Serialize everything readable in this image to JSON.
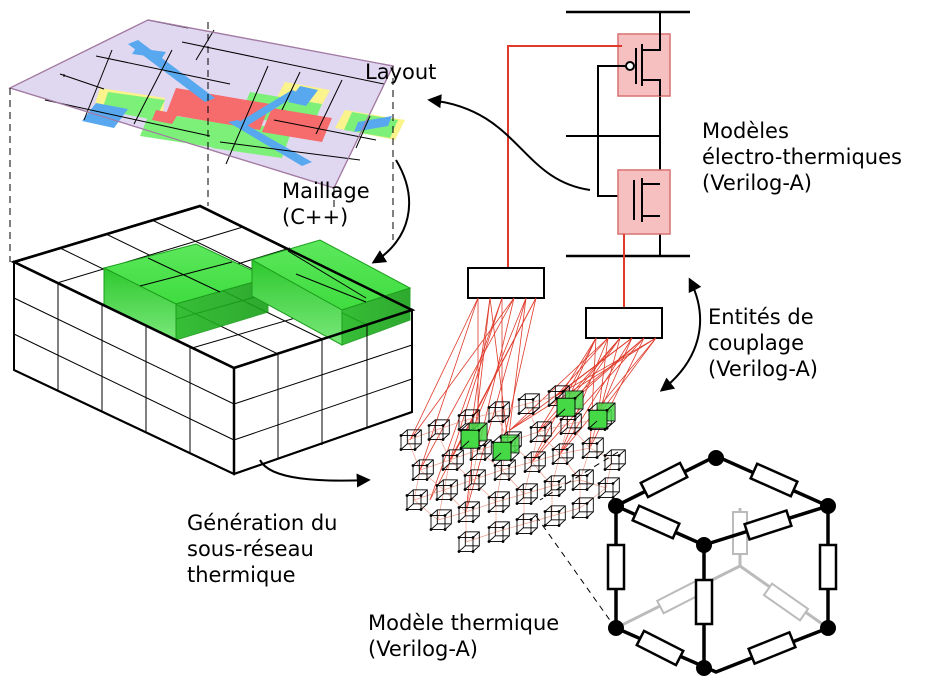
{
  "labels": {
    "layout": "Layout",
    "maillage": [
      "Maillage",
      "(C++)"
    ],
    "modeles_electro": [
      "Modèles",
      "électro-thermiques",
      "(Verilog-A)"
    ],
    "entites_couplage": [
      "Entités de",
      "couplage",
      "(Verilog-A)"
    ],
    "generation": [
      "Génération du",
      "sous-réseau",
      "thermique"
    ],
    "modele_thermique": [
      "Modèle thermique",
      "(Verilog-A)"
    ]
  },
  "colors": {
    "layout_background": "#e0d8f0",
    "layout_yellow": "#fbf38c",
    "layout_green": "#7df07a",
    "layout_red": "#f66b6b",
    "layout_blue": "#58a8f0",
    "active_cell_green": "#2fd62f",
    "wire_red": "#e03a2a",
    "transistor_fill": "#f6c0c0",
    "resistor_grey": "#bbbbbb"
  }
}
